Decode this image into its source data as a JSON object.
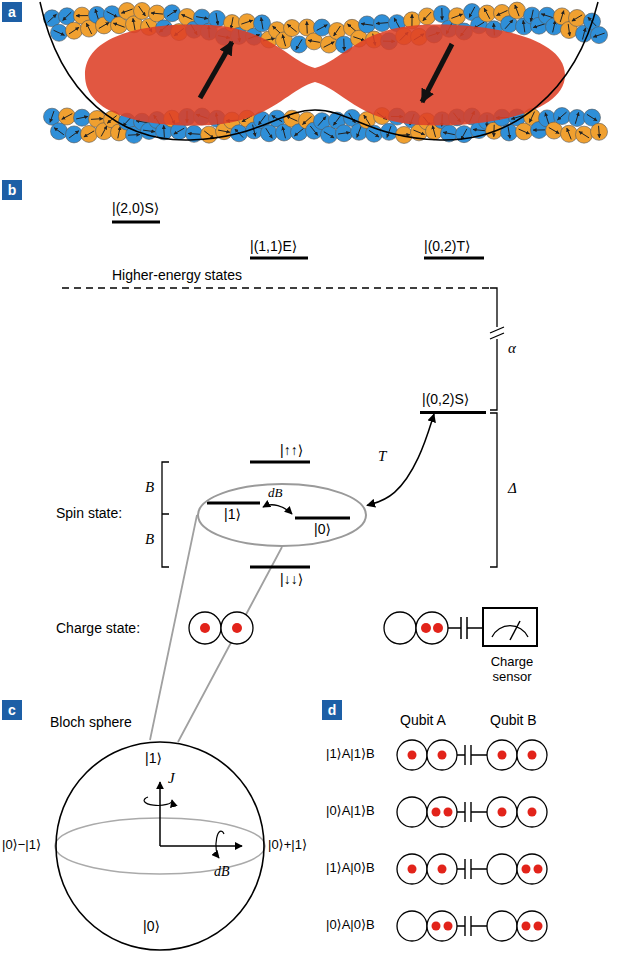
{
  "diagram": {
    "nodes": [
      {
        "text": [
          "a"
        ]
      },
      {
        "text": [
          "b"
        ]
      },
      {
        "text": [
          "|(0,2)S⟩"
        ]
      },
      {
        "text": [
          "|1⟩",
          "|0⟩"
        ]
      },
      {
        "text": [
          "Charge sensor"
        ]
      },
      {
        "text": [
          "c"
        ]
      },
      {
        "text": [
          "Bloch sphere",
          "|1⟩",
          "|0⟩"
        ]
      },
      {
        "text": [
          "d"
        ]
      }
    ],
    "edges": [
      {
        "from": 3,
        "to": 2,
        "arrow": "both",
        "label": "T"
      },
      {
        "from": 3,
        "to": 6,
        "arrow": "none"
      }
    ],
    "labels": [
      "|(2,0)S⟩",
      "|(1,1)E⟩",
      "|(0,2)T⟩",
      "Higher-energy states",
      "α",
      "Δ",
      "|↑↑⟩",
      "B",
      "Spin state:",
      "B",
      "dB",
      "|↓↓⟩",
      "Charge state:",
      "J",
      "|0⟩−|1⟩",
      "|0⟩+|1⟩",
      "dB",
      "Qubit A",
      "Qubit B",
      "|1⟩A|1⟩B",
      "|0⟩A|1⟩B",
      "|1⟩A|0⟩B",
      "|0⟩A|0⟩B"
    ]
  }
}
